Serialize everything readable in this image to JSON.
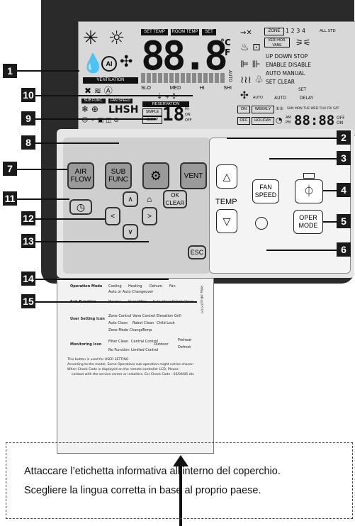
{
  "lcd": {
    "set_temp": "SET TEMP",
    "room_temp": "ROOM TEMP",
    "set": "SET",
    "deg_c": "°C",
    "deg_f": "°F",
    "big_digits": "88.8",
    "ventilation": "VENTILATION",
    "fan_levels": [
      "SLO",
      "MED",
      "HI",
      "SHI"
    ],
    "auto_vertical": "AUTO",
    "sub_func": "SUB FUNC.",
    "fan_speed_label": "FAN SPEED",
    "fan_speed_value": "LHSH",
    "reservation": "RESERVATION",
    "zone": "ZONE",
    "zone_nums": "1 2 3 4",
    "all_std": "ALL STD",
    "vert_hori_vane": "VERI HOR. VANE",
    "up_down_stop": "UP DOWN STOP",
    "enable_disable": "ENABLE DISABLE",
    "auto_manual": "AUTO MANUAL",
    "set_clear": "SET CLEAR",
    "set_small": "SET",
    "auto_small": "AUTO",
    "delay": "DELAY",
    "on": "ON",
    "off": "OFF",
    "weekly": "WEEKLY",
    "holiday": "HOLIDAY",
    "week_nums": "①②",
    "days": "SUN MON TUE WED THU FRI SAT",
    "am": "AM",
    "pm": "PM",
    "time_digits": "88:88",
    "off_on": "OFF ON",
    "hr": "Hr",
    "on_small": "ON",
    "off_small": "OFF",
    "res_small": "SIMPLE",
    "sleep_small": "SLEEP",
    "res_digits": "18"
  },
  "buttons": {
    "air_flow": "AIR FLOW",
    "sub_func": "SUB FUNC",
    "vent": "VENT",
    "ok_clear": "OK CLEAR",
    "esc": "ESC",
    "temp": "TEMP",
    "fan_speed": "FAN SPEED",
    "oper_mode": "OPER MODE"
  },
  "callouts": [
    "1",
    "2",
    "3",
    "4",
    "5",
    "6",
    "7",
    "8",
    "9",
    "10",
    "11",
    "12",
    "13",
    "14",
    "15"
  ],
  "label_sheet": {
    "operation_mode": "Operation Mode",
    "op_items": [
      "Cooling",
      "Heating",
      "Dehum.",
      "Fan",
      "Auto or Auto Changeover"
    ],
    "sub_function": "Sub Function",
    "sub_items": [
      "Plasma",
      "Humidifier",
      "Auto Clean",
      "Robot Clean"
    ],
    "user_setting": "User Setting Icon",
    "user_items": [
      "Zone Control",
      "Vane Control",
      "Elevation Grill",
      "Auto Clean",
      "Robot Clean",
      "Child Lock",
      "Zone Mode Change",
      "Temp"
    ],
    "monitoring": "Monitoring Icon",
    "mon_items": [
      "Filter Clean",
      "Central Control",
      "Outdoor",
      "Preheat",
      "Defrost",
      "No Function",
      "Limited Control"
    ],
    "note1": "This button is used for USER SETTING",
    "note2": "According to the model, Some Operation/ sub-operation might not be chosen",
    "note3": "When Check Code is displayed on the remote controller LCD, Please",
    "note4": "contact with the service center or installers. Ex) Check Code : 03/04/05 etc",
    "side_code": "P/No.:MFL0??????"
  },
  "caption": {
    "line1": "Attaccare l’etichetta informativa all’interno del coperchio.",
    "line2": "Scegliere la lingua corretta in base al proprio paese."
  }
}
